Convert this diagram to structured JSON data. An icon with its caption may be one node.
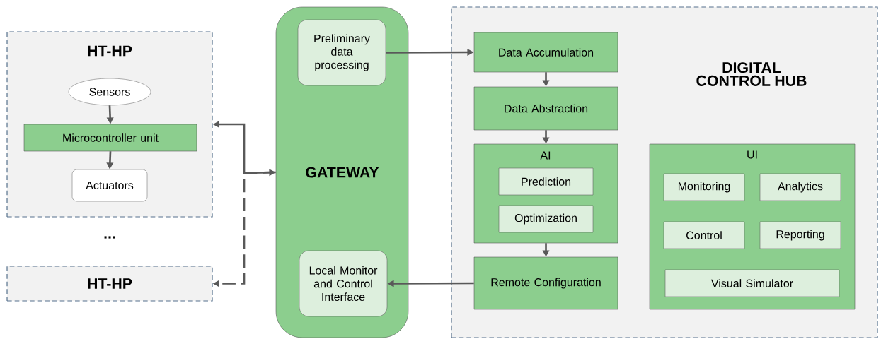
{
  "diagram": {
    "nodes": [
      {
        "text": [
          "HT-HP"
        ]
      },
      {
        "text": [
          "Sensors"
        ],
        "in": 0
      },
      {
        "text": [
          "Microcontroller unit"
        ],
        "in": 0
      },
      {
        "text": [
          "Actuators"
        ],
        "in": 0
      },
      {
        "text": [
          "HT-HP"
        ]
      },
      {
        "text": [
          "GATEWAY"
        ]
      },
      {
        "text": [
          "Preliminary data processing"
        ],
        "in": 5
      },
      {
        "text": [
          "Local Monitor and Control Interface"
        ],
        "in": 5
      },
      {
        "text": [
          "DIGITAL CONTROL HUB"
        ]
      },
      {
        "text": [
          "Data Accumulation"
        ],
        "in": 8
      },
      {
        "text": [
          "Data Abstraction"
        ],
        "in": 8
      },
      {
        "text": [
          "AI"
        ],
        "in": 8
      },
      {
        "text": [
          "Prediction"
        ],
        "in": 11
      },
      {
        "text": [
          "Optimization"
        ],
        "in": 11
      },
      {
        "text": [
          "Remote Configuration"
        ],
        "in": 8
      },
      {
        "text": [
          "UI"
        ],
        "in": 8
      },
      {
        "text": [
          "Monitoring"
        ],
        "in": 15
      },
      {
        "text": [
          "Analytics"
        ],
        "in": 15
      },
      {
        "text": [
          "Control"
        ],
        "in": 15
      },
      {
        "text": [
          "Reporting"
        ],
        "in": 15
      },
      {
        "text": [
          "Visual Simulator"
        ],
        "in": 15
      }
    ],
    "edges": [
      {
        "from": 1,
        "to": 2,
        "arrow": "to"
      },
      {
        "from": 2,
        "to": 3,
        "arrow": "to"
      },
      {
        "from": 5,
        "to": 0,
        "arrow": "both"
      },
      {
        "from": 5,
        "to": 4,
        "arrow": "to",
        "style": "dashed"
      },
      {
        "from": 6,
        "to": 9,
        "arrow": "to"
      },
      {
        "from": 9,
        "to": 10,
        "arrow": "to"
      },
      {
        "from": 10,
        "to": 11,
        "arrow": "to"
      },
      {
        "from": 11,
        "to": 14,
        "arrow": "to"
      },
      {
        "from": 14,
        "to": 7,
        "arrow": "to"
      }
    ],
    "labels": [
      "..."
    ]
  }
}
